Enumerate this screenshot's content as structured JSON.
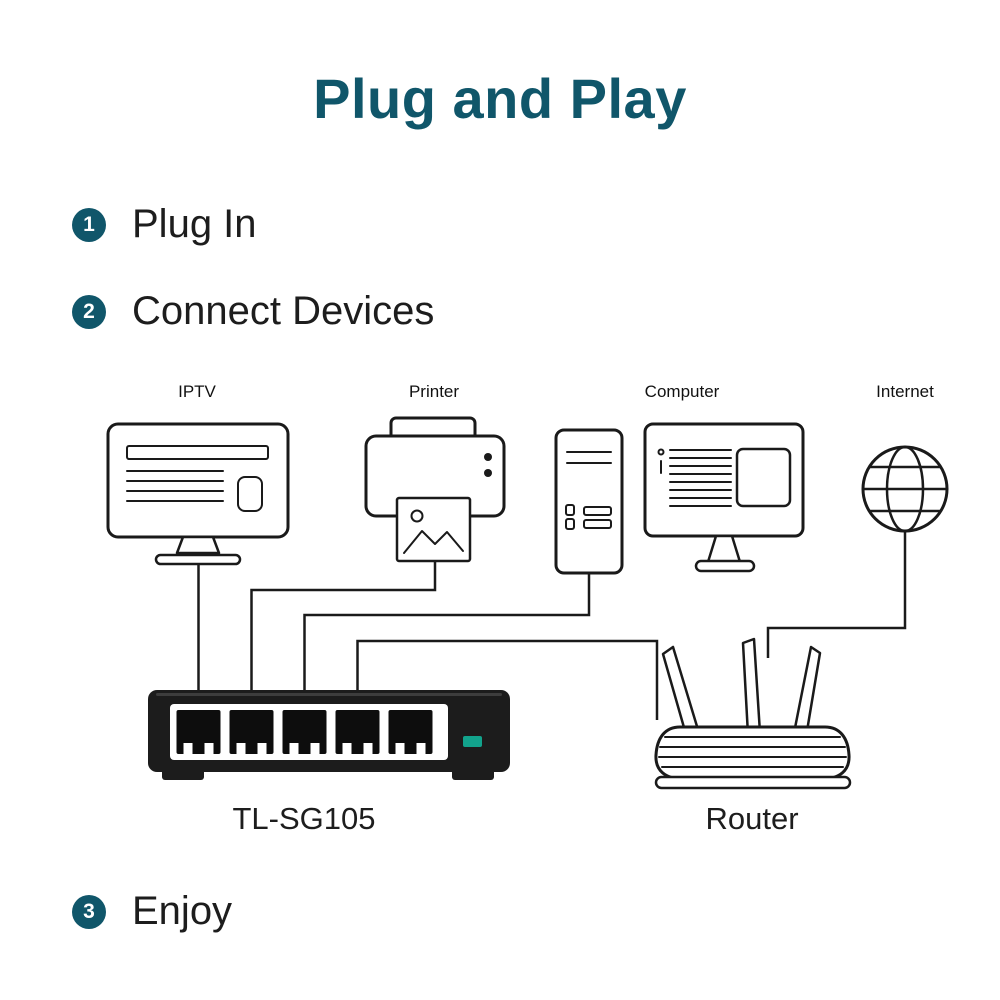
{
  "title": "Plug and Play",
  "accent_color": "#10566A",
  "steps": [
    {
      "number": "1",
      "label": "Plug In"
    },
    {
      "number": "2",
      "label": "Connect Devices"
    },
    {
      "number": "3",
      "label": "Enjoy"
    }
  ],
  "diagram": {
    "device_labels": {
      "iptv": "IPTV",
      "printer": "Printer",
      "computer": "Computer",
      "internet": "Internet"
    },
    "switch_model": "TL-SG105",
    "router_label": "Router",
    "colors": {
      "line_ink": "#1A1A1A",
      "switch_body": "#1C1C1C",
      "led_teal": "#12A38C"
    }
  }
}
